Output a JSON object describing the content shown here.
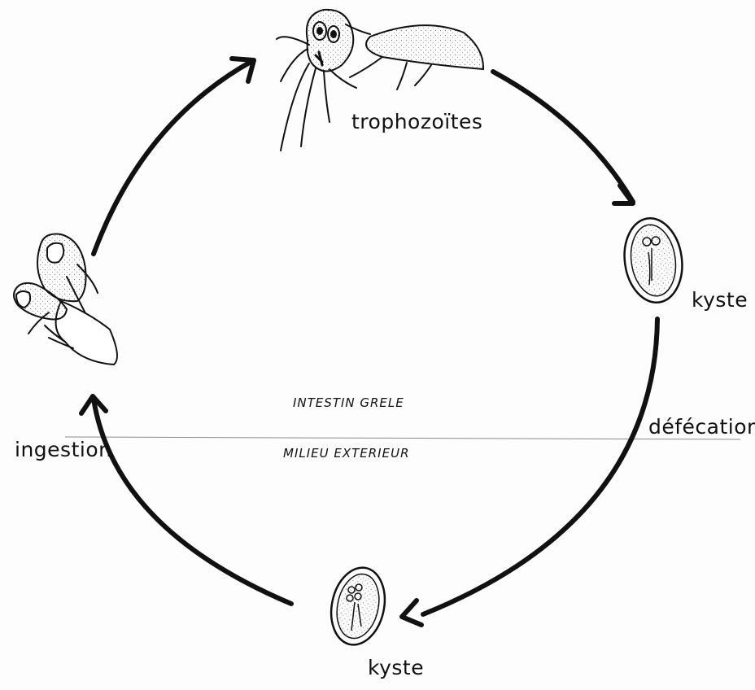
{
  "labels": {
    "trophozoites": "trophozoïtes",
    "cyst_right": "kyste",
    "cyst_bottom": "kyste",
    "defecation": "défécation",
    "ingestion": "ingestion",
    "zone_top": "INTESTIN GRELE",
    "zone_bottom": "MILIEU EXTERIEUR"
  },
  "colors": {
    "ink": "#111111",
    "divider": "#8a8a8a",
    "stipple": "#7a7a7a"
  }
}
